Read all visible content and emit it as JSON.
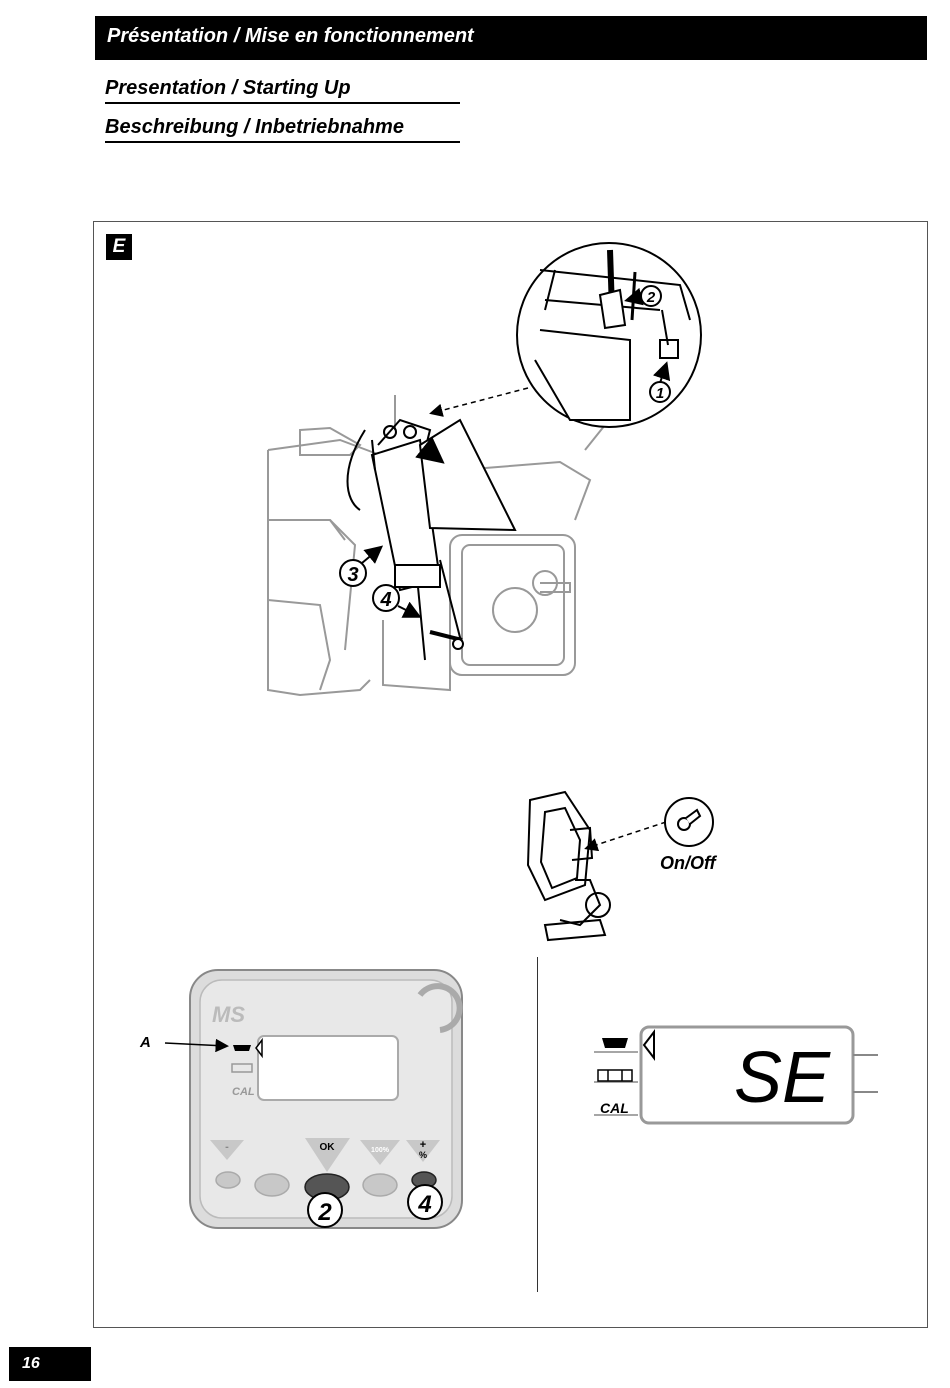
{
  "header": {
    "title": "Présentation / Mise en fonctionnement"
  },
  "subtitles": [
    "Presentation / Starting Up",
    "Beschreibung / Inbetriebnahme"
  ],
  "section": {
    "letter": "E"
  },
  "callouts": {
    "c1": "1",
    "c2": "2",
    "c3": "3",
    "c4": "4"
  },
  "switch": {
    "label": "On/Off"
  },
  "console": {
    "brand": "MS",
    "cal_label": "CAL",
    "pointer_label": "A",
    "ok_label": "OK",
    "plus_label": "+",
    "percent_label": "%",
    "minus_label": "-",
    "hundred_label": "100%",
    "callout_ok": "2",
    "callout_plus": "4"
  },
  "display": {
    "readout": "SE",
    "cal_label": "CAL"
  },
  "page": {
    "number": "16"
  }
}
